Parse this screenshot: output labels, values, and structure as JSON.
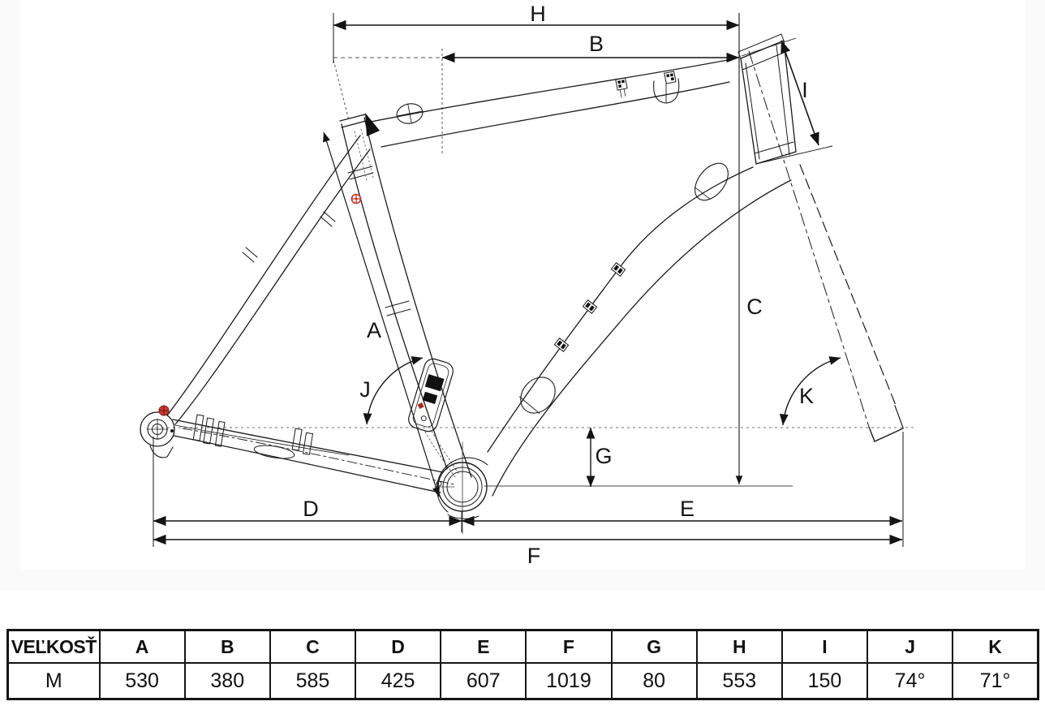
{
  "diagram": {
    "description": "Bicycle frame geometry technical drawing with dimension callouts",
    "labels": {
      "h": "H",
      "b": "B",
      "i": "I",
      "c": "C",
      "a": "A",
      "j": "J",
      "k": "K",
      "g": "G",
      "d": "D",
      "e": "E",
      "f": "F"
    },
    "colors": {
      "line": "#1b1b1b",
      "dimension": "#141414",
      "reference_dash": "#8f8f8f",
      "accent_red": "#c23026",
      "canvas": "#ffffff",
      "page_bg": "#fafafa"
    }
  },
  "table": {
    "headers": [
      "VEĽKOSŤ",
      "A",
      "B",
      "C",
      "D",
      "E",
      "F",
      "G",
      "H",
      "I",
      "J",
      "K"
    ],
    "rows": [
      [
        "M",
        "530",
        "380",
        "585",
        "425",
        "607",
        "1019",
        "80",
        "553",
        "150",
        "74°",
        "71°"
      ]
    ]
  }
}
